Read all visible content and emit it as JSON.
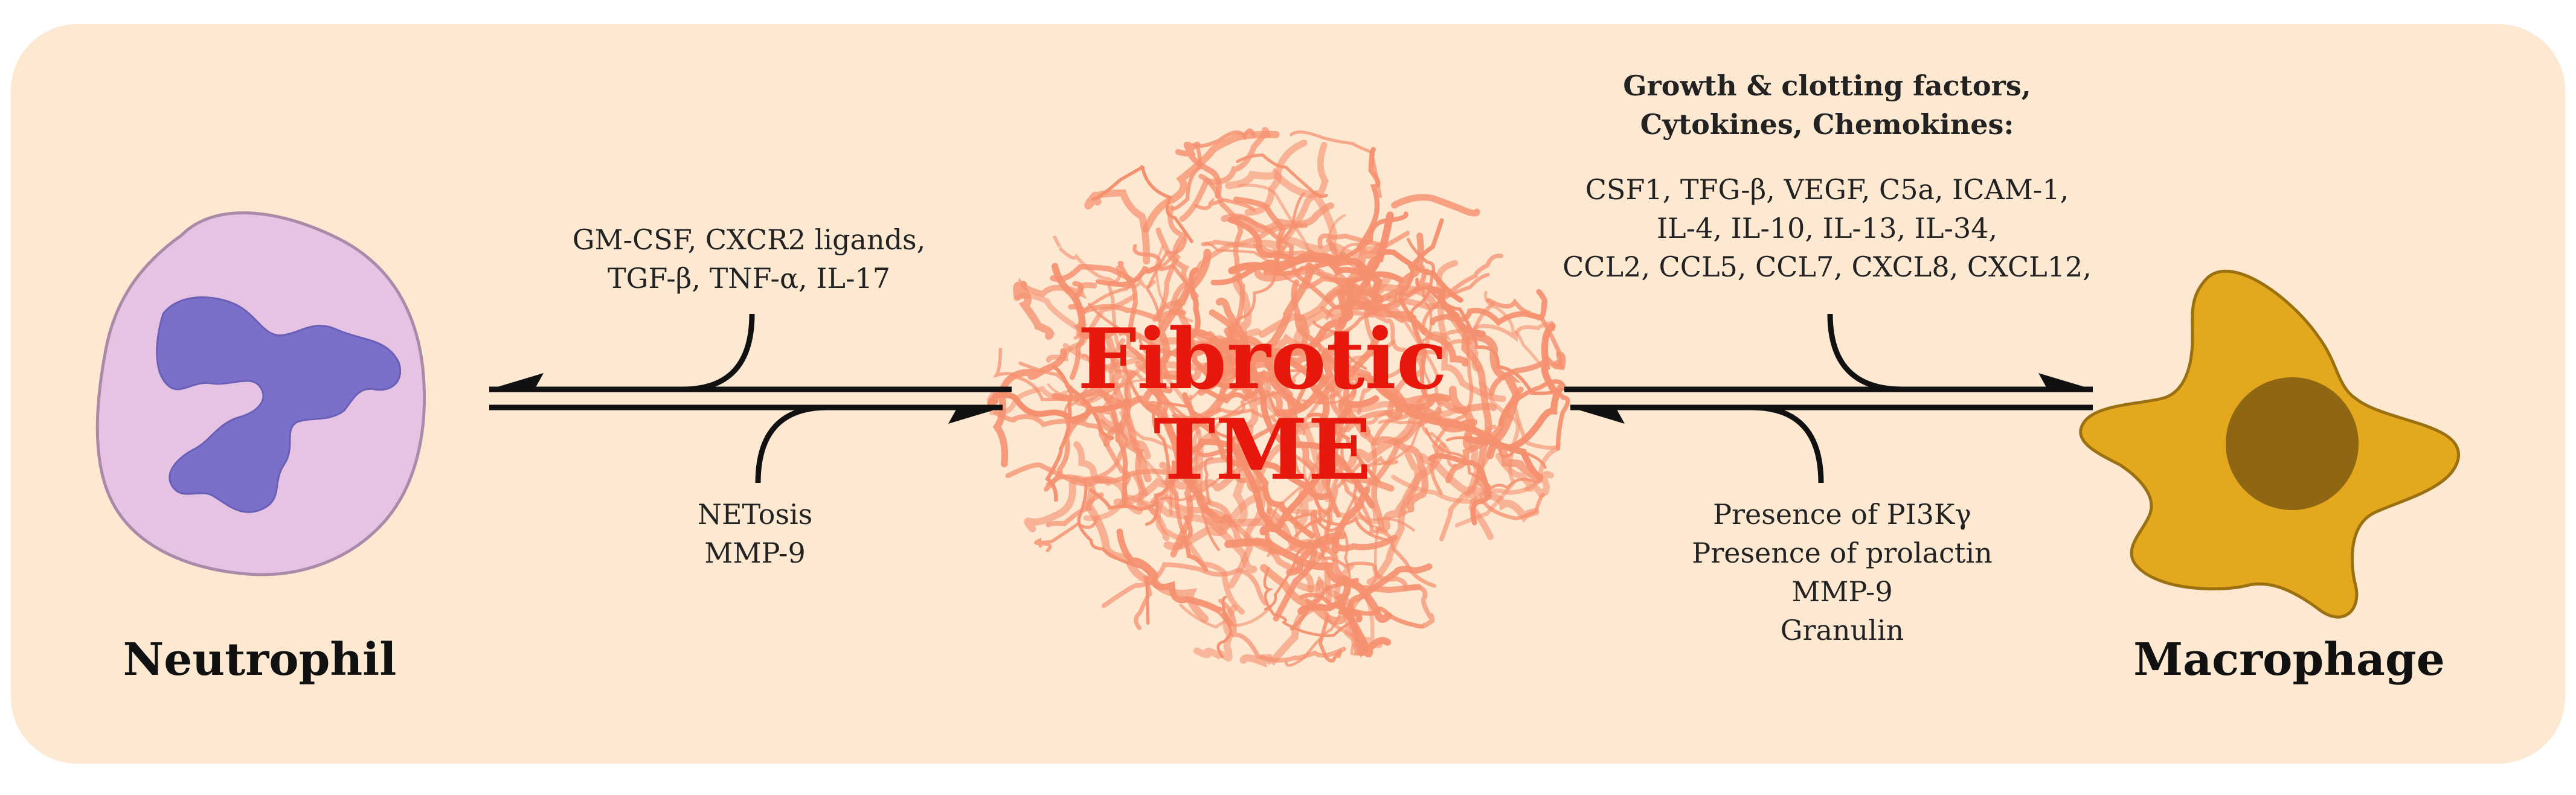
{
  "diagram": {
    "center": {
      "line1": "Fibrotic",
      "line2": "TME"
    },
    "neutrophil": {
      "label": "Neutrophil",
      "to_neutrophil": [
        "GM-CSF, CXCR2 ligands,",
        "TGF-β, TNF-α, IL-17"
      ],
      "to_tme": [
        "NETosis",
        "MMP-9"
      ]
    },
    "macrophage": {
      "label": "Macrophage",
      "heading": [
        "Growth & clotting factors,",
        "Cytokines, Chemokines:"
      ],
      "to_macrophage": [
        "CSF1, TFG-β, VEGF, C5a, ICAM-1,",
        "IL-4, IL-10, IL-13, IL-34,",
        "CCL2, CCL5, CCL7, CXCL8, CXCL12,"
      ],
      "to_tme": [
        "Presence of PI3Kγ",
        "Presence of prolactin",
        "MMP-9",
        "Granulin"
      ]
    },
    "colors": {
      "panel": "#fde8d2",
      "neutrophil_cell": "#e6c3e2",
      "neutrophil_nucleus": "#7b70c9",
      "macrophage_cell": "#e3a81d",
      "macrophage_nucleus": "#8f6612",
      "tme_fibers": "#f5906f",
      "title": "#e8170c",
      "arrows": "#111111"
    }
  }
}
